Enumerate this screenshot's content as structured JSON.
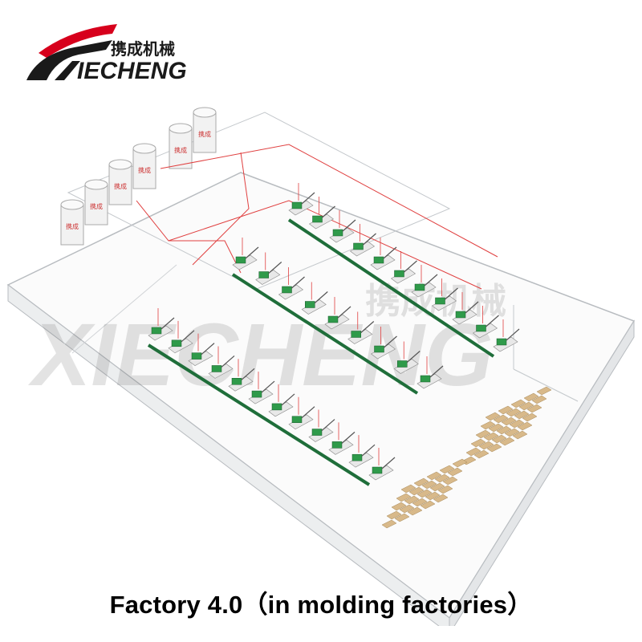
{
  "logo": {
    "brand_en": "XIECHENG",
    "brand_cn": "携成机械",
    "colors": {
      "red": "#d7001c",
      "black": "#1a1a1a"
    }
  },
  "watermark": {
    "text_en": "XIECHENG",
    "text_cn": "携成机械"
  },
  "silo_label": "携成",
  "caption": "Factory 4.0（in molding factories）",
  "colors": {
    "machine_green": "#2f9a4a",
    "conveyor_green": "#1f6e3a",
    "pipe_red": "#e04040",
    "pallet_tan": "#d8b98a",
    "wall_gray": "#b8bcc0"
  }
}
